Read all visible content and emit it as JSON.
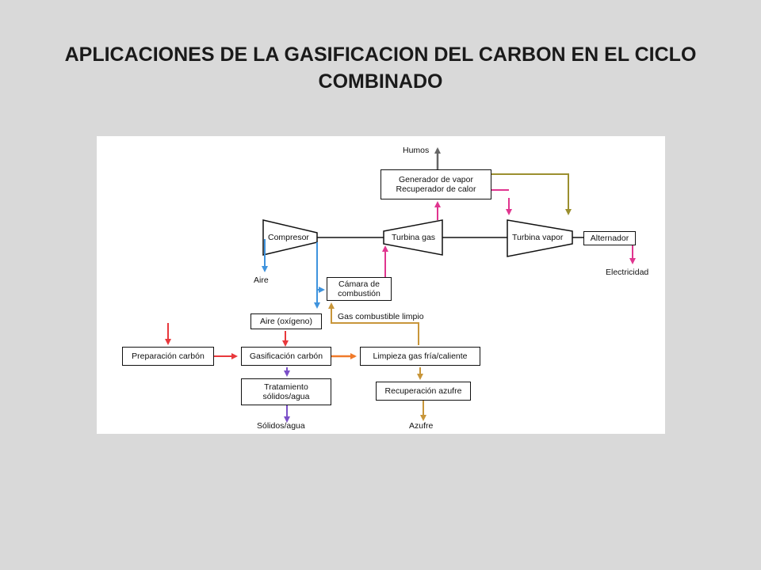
{
  "title": "APLICACIONES DE LA GASIFICACION DEL CARBON EN EL CICLO COMBINADO",
  "diagram": {
    "boxes": {
      "generador": {
        "line1": "Generador de vapor",
        "line2": "Recuperador de calor"
      },
      "alternador": "Alternador",
      "camara": {
        "line1": "Cámara de",
        "line2": "combustión"
      },
      "aire_oxigeno": "Aire (oxígeno)",
      "preparacion": "Preparación carbón",
      "gasificacion": "Gasificación carbón",
      "limpieza": "Limpieza gas fría/caliente",
      "tratamiento": {
        "line1": "Tratamiento",
        "line2": "sólidos/agua"
      },
      "recuperacion": "Recuperación azufre"
    },
    "turbomachines": {
      "compresor": "Compresor",
      "turbina_gas": "Turbina gas",
      "turbina_vapor": "Turbina vapor"
    },
    "labels": {
      "humos": "Humos",
      "aire": "Aire",
      "electricidad": "Electricidad",
      "gas_limpio": "Gas combustible limpio",
      "solidos": "Sólidos/agua",
      "azufre": "Azufre"
    },
    "colors": {
      "gray": "#666666",
      "olive": "#9b8f2f",
      "magenta": "#e0358f",
      "blue": "#3f93dd",
      "red": "#e8383c",
      "orange": "#f07a2a",
      "purple": "#7b4fc8",
      "gold": "#c8963a",
      "black": "#111111"
    }
  }
}
